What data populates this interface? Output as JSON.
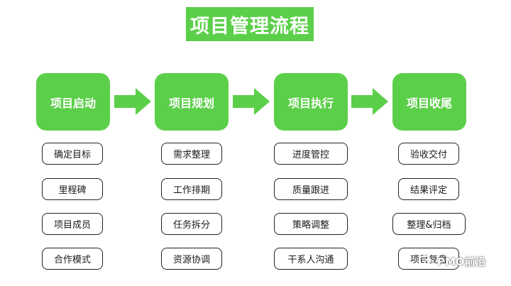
{
  "title": "项目管理流程",
  "colors": {
    "accent": "#5ccf4a",
    "task_border": "#222222",
    "background": "#ffffff"
  },
  "phases": [
    {
      "label": "项目启动",
      "tasks": [
        "确定目标",
        "里程碑",
        "项目成员",
        "合作模式"
      ]
    },
    {
      "label": "项目规划",
      "tasks": [
        "需求整理",
        "工作排期",
        "任务拆分",
        "资源协调"
      ]
    },
    {
      "label": "项目执行",
      "tasks": [
        "进度管控",
        "质量跟进",
        "策略调整",
        "干系人沟通"
      ]
    },
    {
      "label": "项目收尾",
      "tasks": [
        "验收交付",
        "结果评定",
        "整理&归档",
        "项目复盘"
      ]
    }
  ],
  "watermark": {
    "text": "PMO前沿",
    "icon": "wechat-icon"
  }
}
